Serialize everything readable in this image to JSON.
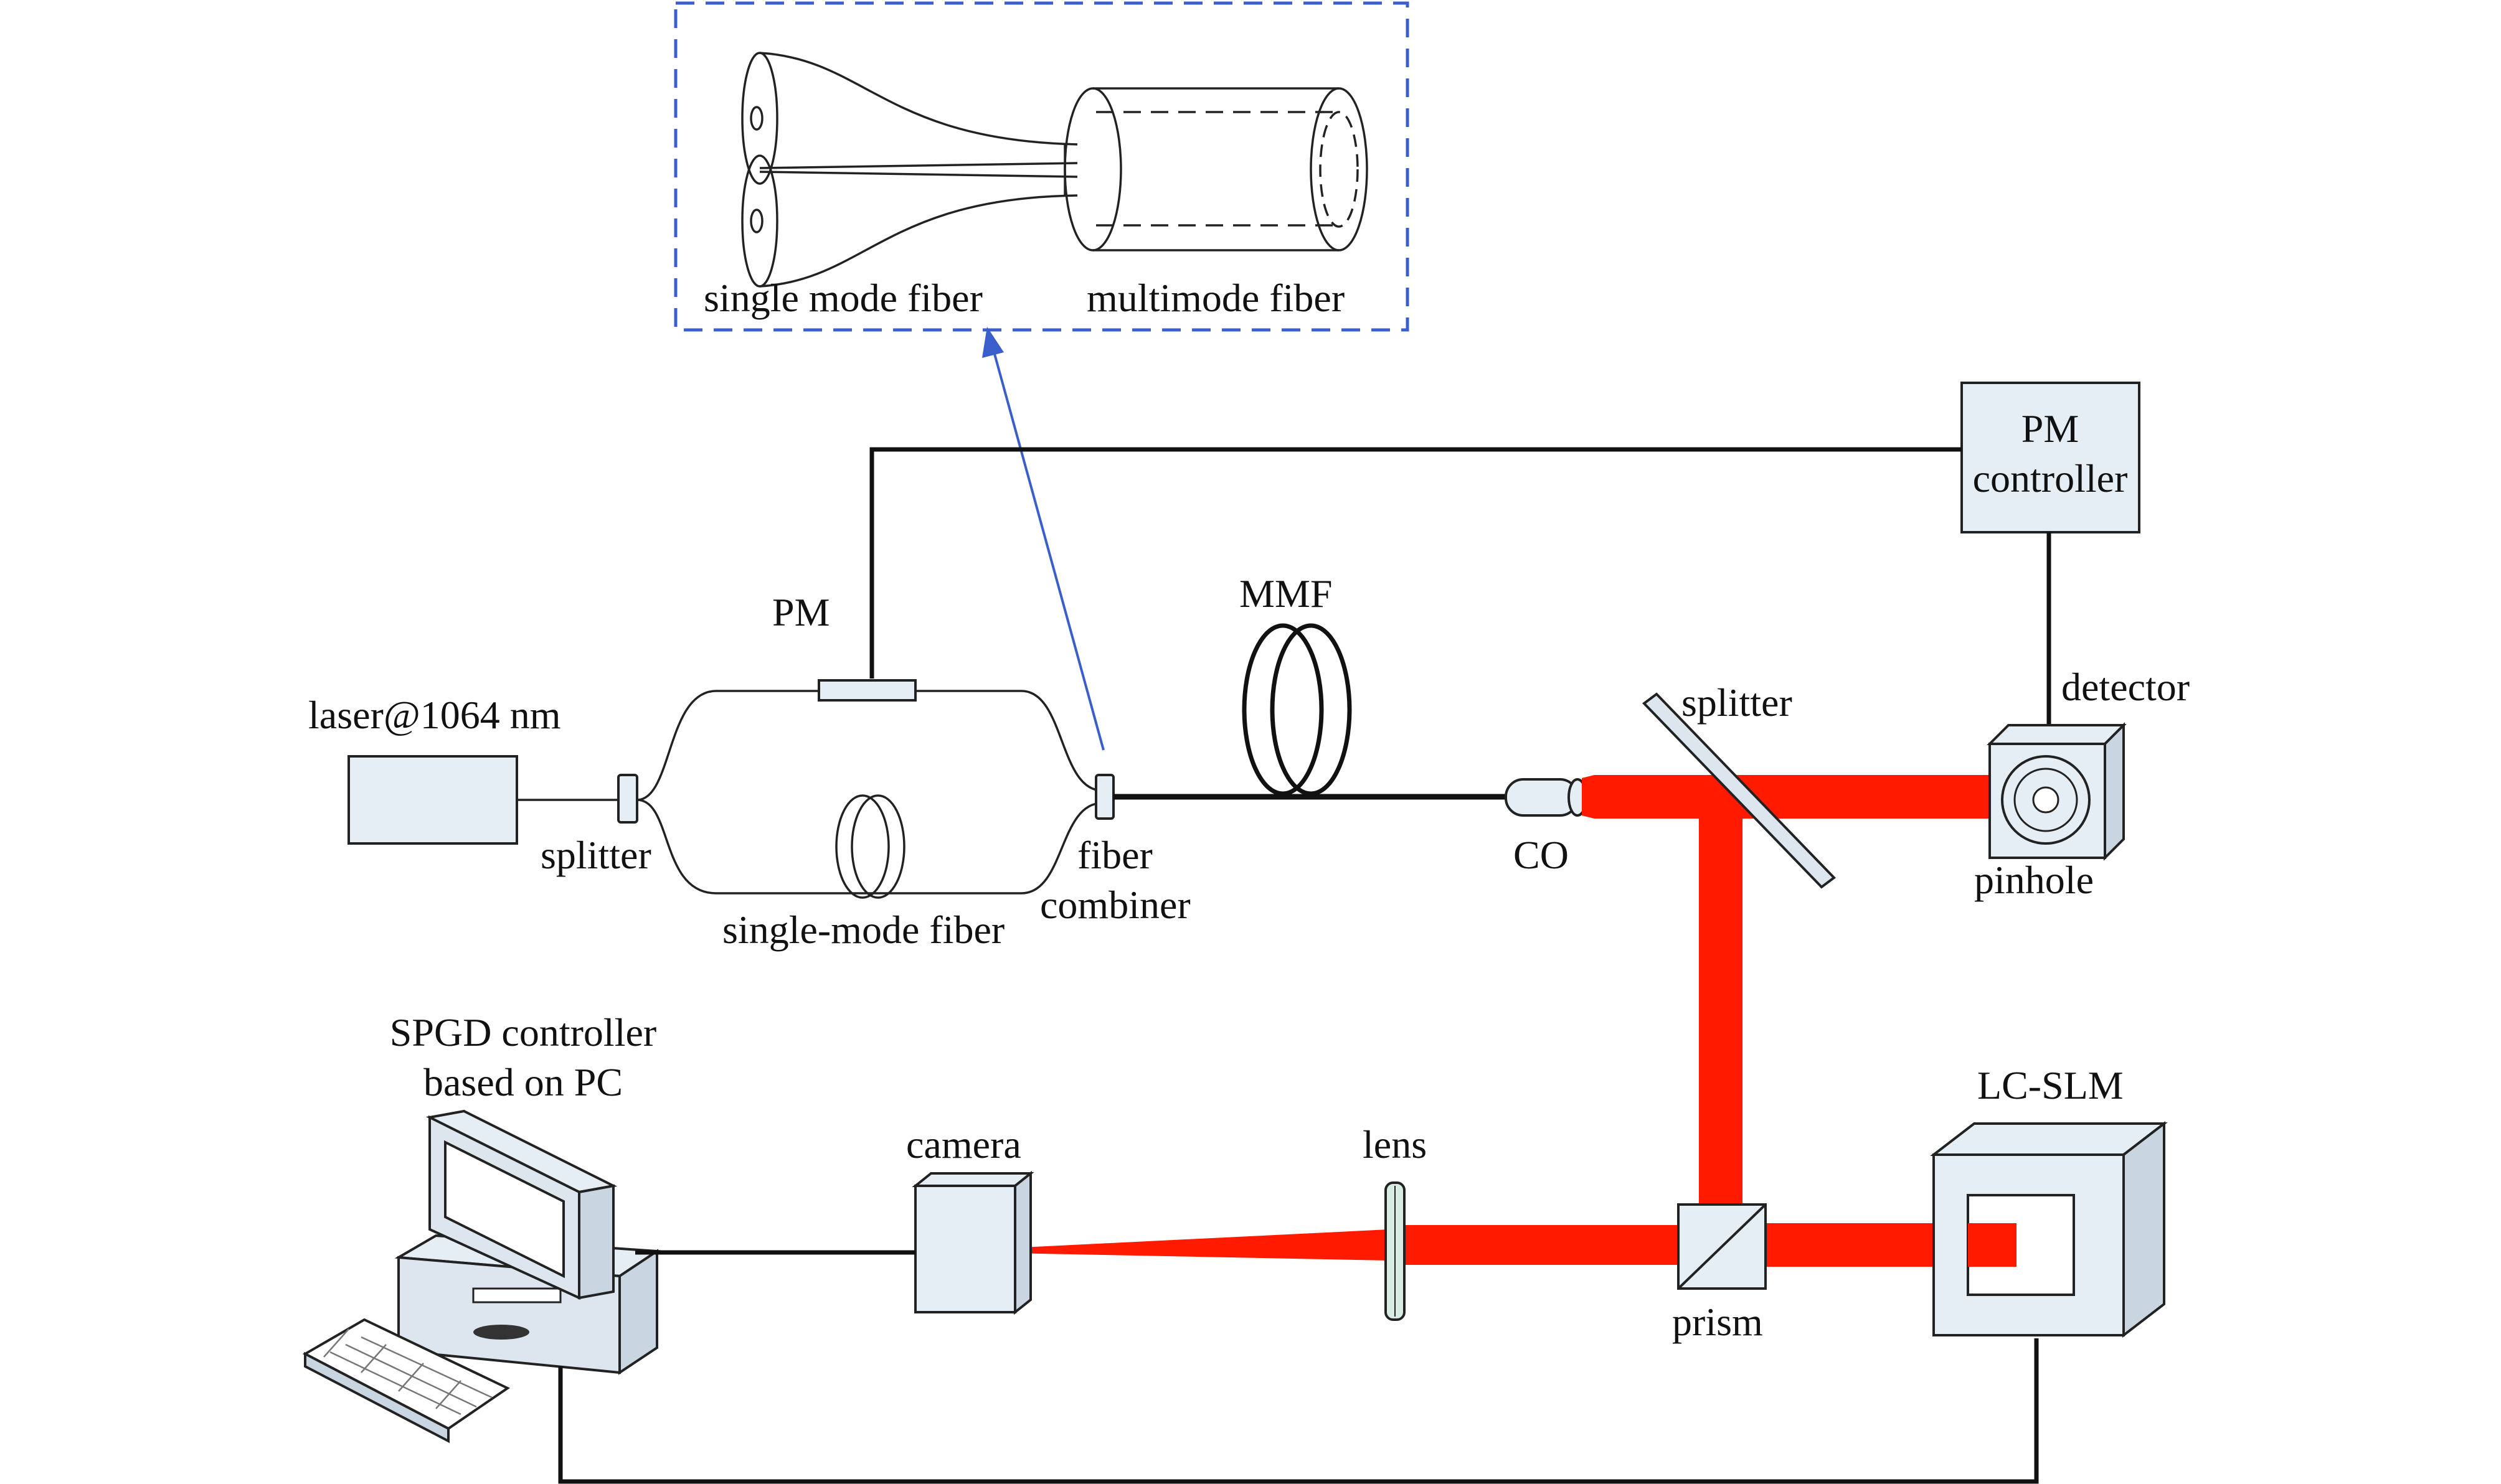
{
  "labels": {
    "single_mode_fiber_inset": "single mode fiber",
    "multimode_fiber_inset": "multimode fiber",
    "pm_controller_line1": "PM",
    "pm_controller_line2": "controller",
    "pm": "PM",
    "mmf": "MMF",
    "laser": "laser@1064 nm",
    "splitter_fiber": "splitter",
    "single_mode_fiber": "single-mode fiber",
    "fiber_combiner_line1": "fiber",
    "fiber_combiner_line2": "combiner",
    "co": "CO",
    "splitter_beam": "splitter",
    "detector": "detector",
    "pinhole": "pinhole",
    "spgd_line1": "SPGD controller",
    "spgd_line2": "based on PC",
    "camera": "camera",
    "lens": "lens",
    "lc_slm": "LC-SLM",
    "prism": "prism"
  },
  "colors": {
    "beam": "#ff1a00",
    "inset_border": "#3a5fcd",
    "arrow": "#3a5fcd",
    "component_fill": "#e6eef5"
  }
}
